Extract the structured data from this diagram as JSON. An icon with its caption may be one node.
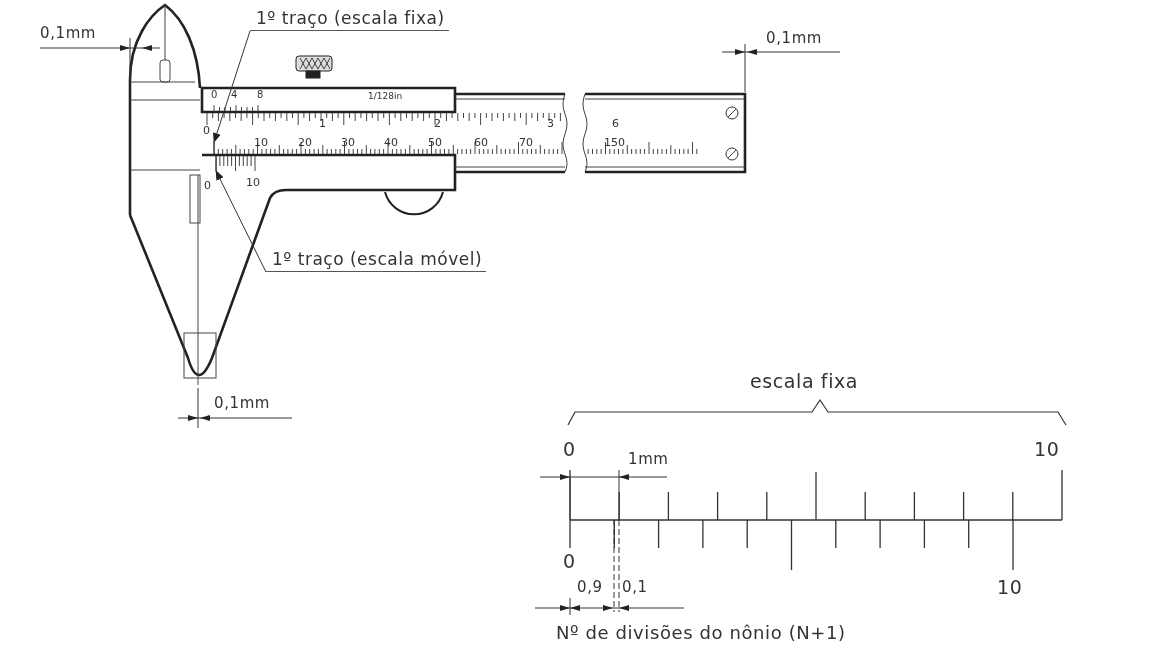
{
  "diagram": {
    "nodes": [
      {
        "text": [
          "1º traço (escala fixa)"
        ]
      },
      {
        "text": [
          "1º traço (escala móvel)"
        ]
      },
      {
        "text": [],
        "shape": "bar"
      },
      {
        "text": [],
        "shape": "bar"
      }
    ],
    "edges": [
      {
        "from": 0,
        "to": 2,
        "arrow": "to"
      },
      {
        "from": 1,
        "to": 3,
        "arrow": "to"
      }
    ],
    "labels": [
      "0,1mm",
      "0,1mm",
      "0",
      "4",
      "8",
      "1/128in",
      "1",
      "2",
      "3",
      "6",
      "0",
      "10",
      "20",
      "30",
      "40",
      "50",
      "60",
      "70",
      "150",
      "0",
      "10",
      "0,1mm",
      "escala fixa",
      "0",
      "10",
      "1mm",
      "0",
      "0,9",
      "0,1",
      "10",
      "Nº de divisões do nônio (N+1)"
    ]
  }
}
